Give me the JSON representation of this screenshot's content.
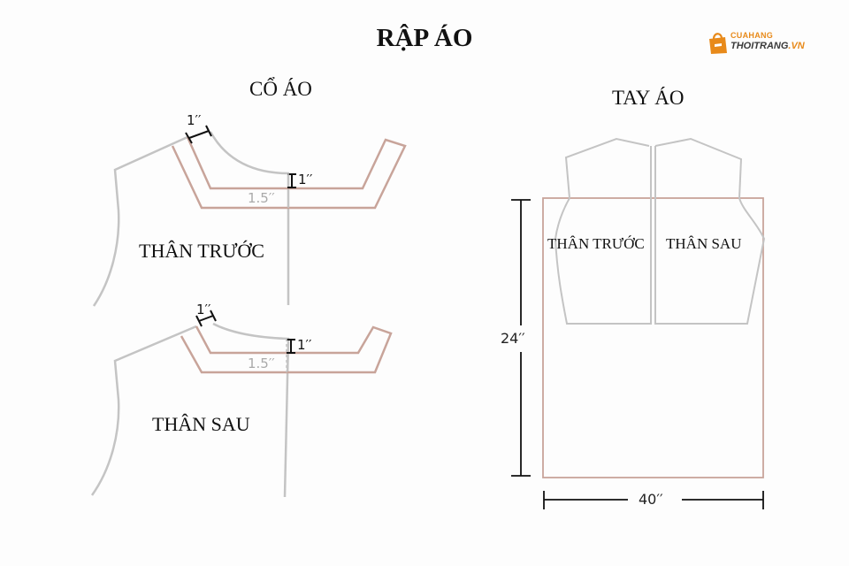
{
  "title": "RẬP ÁO",
  "collar": {
    "heading": "CỔ ÁO",
    "front_label": "THÂN TRƯỚC",
    "back_label": "THÂN SAU",
    "front_seam": "1′′",
    "front_drop": "1′′",
    "front_width": "1.5′′",
    "back_seam": "1′′",
    "back_drop": "1′′",
    "back_width": "1.5′′"
  },
  "sleeve": {
    "heading": "TAY ÁO",
    "front_label": "THÂN TRƯỚC",
    "back_label": "THÂN SAU",
    "height": "24′′",
    "width": "40′′"
  },
  "logo": {
    "top": "CUAHANG",
    "bottom_left": "THOITRANG",
    "bottom_right": ".VN"
  },
  "colors": {
    "outline_gray": "#c4c4c4",
    "pattern_brown": "#c8a49a",
    "logo_orange": "#e88a1a"
  }
}
